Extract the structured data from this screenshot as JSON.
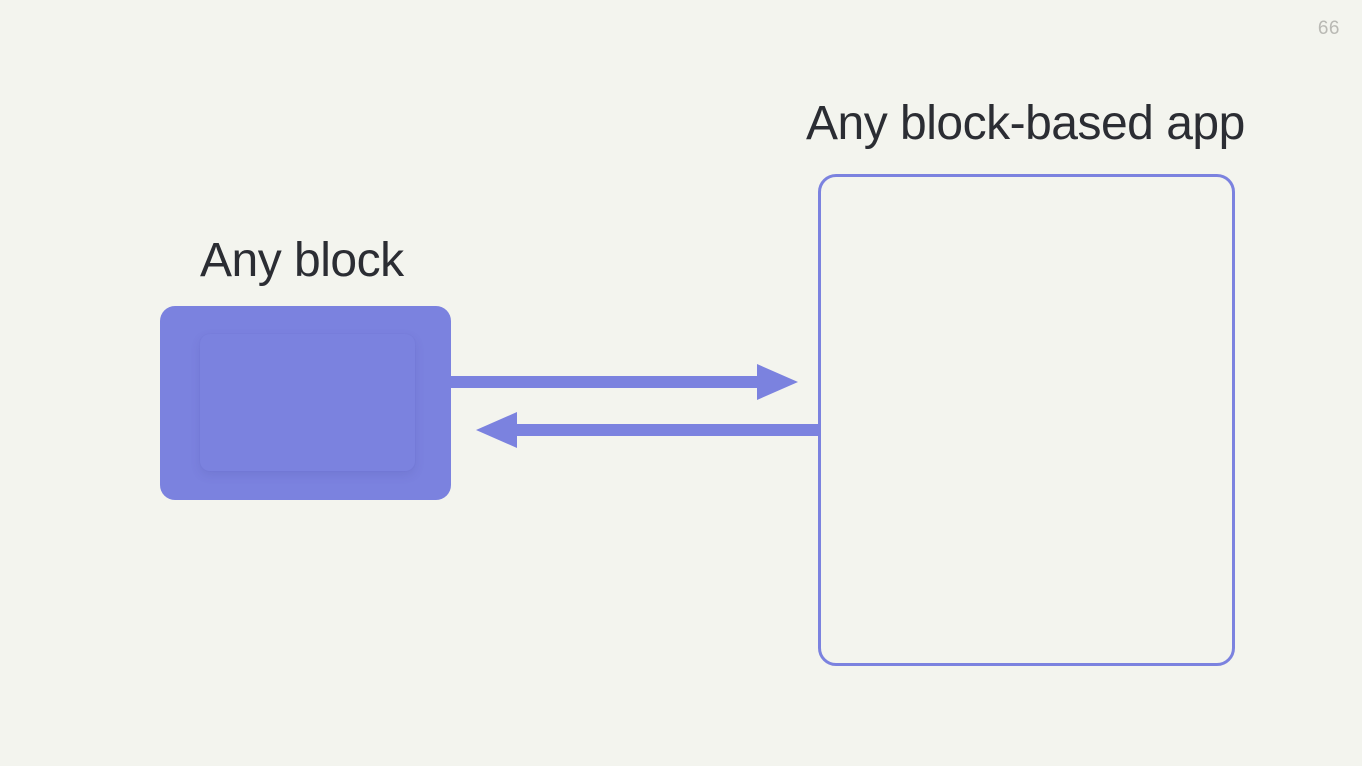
{
  "slide": {
    "page_number": "66",
    "background_color": "#f3f4ee",
    "accent_color": "#7b82df",
    "text_color": "#2b2d33",
    "page_number_color": "#b9b9b4"
  },
  "headings": {
    "block": "Any block",
    "app": "Any block-based app"
  },
  "diagram": {
    "block_shape_name": "any-block",
    "app_frame_name": "any-block-based-app",
    "arrows": [
      {
        "name": "block-to-app-arrow",
        "direction": "right",
        "from": "Any block",
        "to": "Any block-based app"
      },
      {
        "name": "app-to-block-arrow",
        "direction": "left",
        "from": "Any block-based app",
        "to": "Any block"
      }
    ]
  }
}
